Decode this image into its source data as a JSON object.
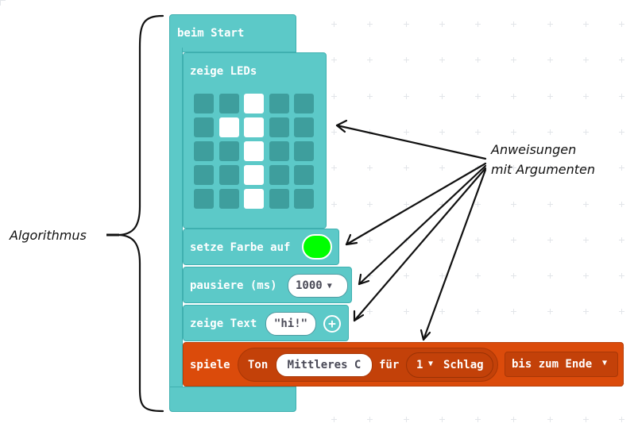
{
  "blocks": {
    "start_label": "beim Start",
    "show_leds_label": "zeige LEDs",
    "set_color_label": "setze Farbe auf",
    "set_color_value": "#00ff00",
    "pause_label": "pausiere (ms)",
    "pause_value": "1000",
    "show_text_label": "zeige Text",
    "show_text_value": "hi!",
    "play_label": "spiele",
    "tone_label": "Ton",
    "tone_value": "Mittleres C",
    "for_label": "für",
    "beats_value": "1",
    "beats_label": "Schlag",
    "until_label": "bis zum Ende"
  },
  "leds": [
    [
      0,
      0,
      1,
      0,
      0
    ],
    [
      0,
      1,
      1,
      0,
      0
    ],
    [
      0,
      0,
      1,
      0,
      0
    ],
    [
      0,
      0,
      1,
      0,
      0
    ],
    [
      0,
      0,
      1,
      0,
      0
    ]
  ],
  "annotations": {
    "algorithm": "Algorithmus",
    "statements_line1": "Anweisungen",
    "statements_line2": "mit Argumenten"
  },
  "colors": {
    "block_teal": "#5cc9c8",
    "block_orange": "#db4b0b",
    "led_off": "#3e9e9d",
    "led_on": "#ffffff"
  }
}
